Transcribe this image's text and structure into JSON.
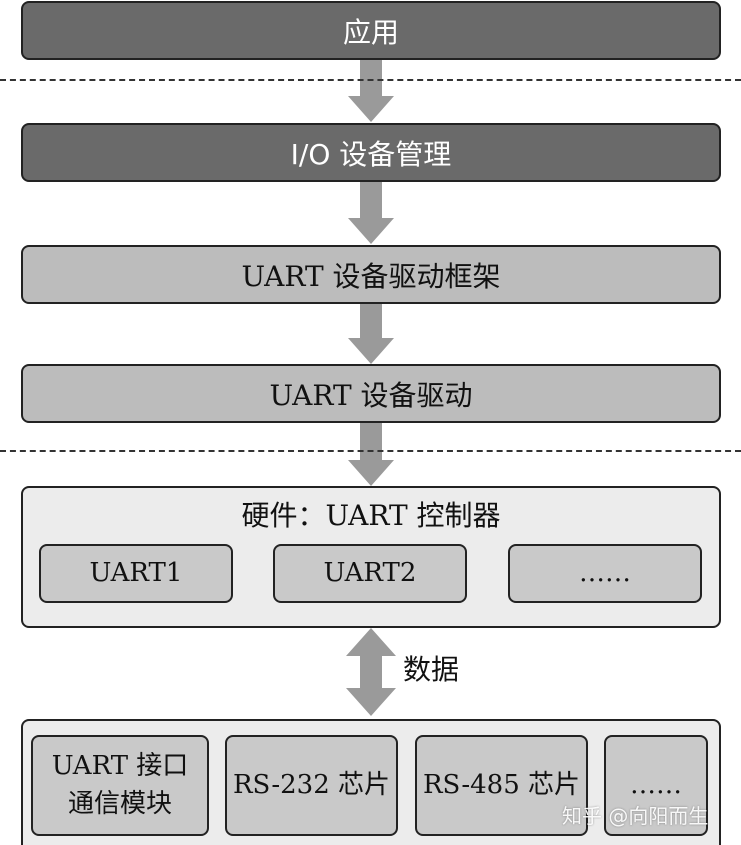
{
  "layers": {
    "app": "应用",
    "io_mgmt": "I/O 设备管理",
    "framework": "UART 设备驱动框架",
    "driver": "UART 设备驱动"
  },
  "controller": {
    "title": "硬件：UART 控制器",
    "items": [
      "UART1",
      "UART2",
      "……"
    ]
  },
  "data_label": "数据",
  "peripherals": {
    "items": [
      {
        "line1": "UART 接口",
        "line2": "通信模块"
      },
      {
        "line1": "RS-232 芯片"
      },
      {
        "line1": "RS-485 芯片"
      },
      {
        "line1": "……"
      }
    ]
  },
  "watermark": "知乎 @向阳而生",
  "colors": {
    "dark_box": "#6a6a6a",
    "mid_box": "#bcbcbc",
    "panel": "#ececec",
    "arrow": "#9a9a9a"
  }
}
